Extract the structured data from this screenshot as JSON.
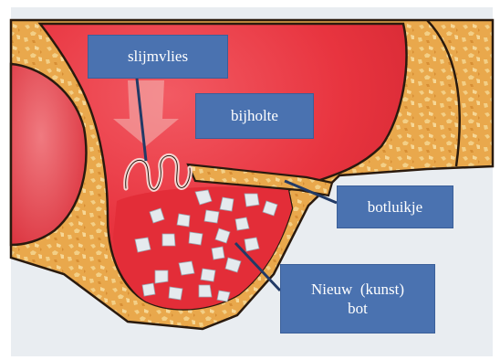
{
  "labels": {
    "slijmvlies": "slijmvlies",
    "bijholte": "bijholte",
    "botluikje": "botluikje",
    "nieuw_bot_line1": "Nieuw  (kunst)",
    "nieuw_bot_line2": "bot"
  },
  "colors": {
    "page_background": "#ffffff",
    "image_background": "#e9edf1",
    "bone": "#e9a84c",
    "bone_speckle": "#f3cf86",
    "bone_outline": "#2a1a0e",
    "sinus_cavity": "#e8343f",
    "mucosa_highlight": "#f7d6d3",
    "graft_particles": "#e5eaee",
    "label_background": "#4a72b0",
    "label_text": "#ffffff",
    "pointer_line": "#223a66"
  }
}
